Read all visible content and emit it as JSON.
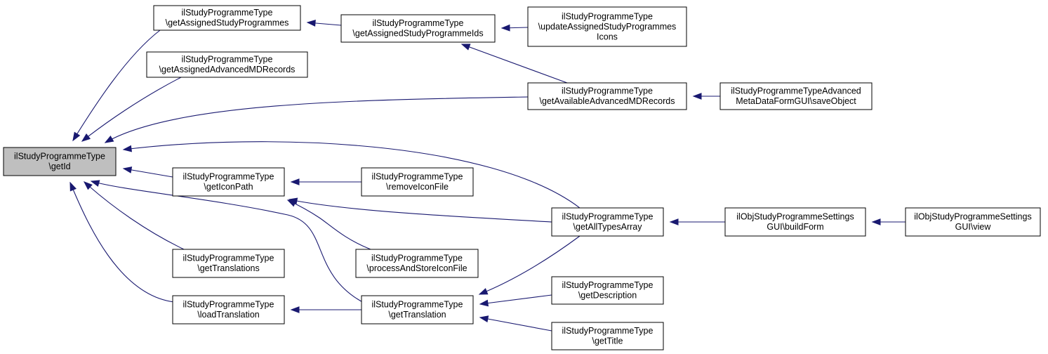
{
  "colors": {
    "edge": "#191970",
    "node_border": "#000000",
    "node_fill": "#ffffff",
    "root_fill": "#bfbfbf"
  },
  "nodes": [
    {
      "id": "getId",
      "lines": [
        "ilStudyProgrammeType",
        "\\getId"
      ],
      "root": true
    },
    {
      "id": "getAssignedStudyProgrammes",
      "lines": [
        "ilStudyProgrammeType",
        "\\getAssignedStudyProgrammes"
      ]
    },
    {
      "id": "getAssignedAdvancedMDRecords",
      "lines": [
        "ilStudyProgrammeType",
        "\\getAssignedAdvancedMDRecords"
      ]
    },
    {
      "id": "getIconPath",
      "lines": [
        "ilStudyProgrammeType",
        "\\getIconPath"
      ]
    },
    {
      "id": "getTranslations",
      "lines": [
        "ilStudyProgrammeType",
        "\\getTranslations"
      ]
    },
    {
      "id": "loadTranslation",
      "lines": [
        "ilStudyProgrammeType",
        "\\loadTranslation"
      ]
    },
    {
      "id": "getAssignedStudyProgrammeIds",
      "lines": [
        "ilStudyProgrammeType",
        "\\getAssignedStudyProgrammeIds"
      ]
    },
    {
      "id": "removeIconFile",
      "lines": [
        "ilStudyProgrammeType",
        "\\removeIconFile"
      ]
    },
    {
      "id": "processAndStoreIconFile",
      "lines": [
        "ilStudyProgrammeType",
        "\\processAndStoreIconFile"
      ]
    },
    {
      "id": "getTranslation",
      "lines": [
        "ilStudyProgrammeType",
        "\\getTranslation"
      ]
    },
    {
      "id": "updateAssignedStudyProgrammesIcons",
      "lines": [
        "ilStudyProgrammeType",
        "\\updateAssignedStudyProgrammes",
        "Icons"
      ]
    },
    {
      "id": "getAvailableAdvancedMDRecords",
      "lines": [
        "ilStudyProgrammeType",
        "\\getAvailableAdvancedMDRecords"
      ]
    },
    {
      "id": "getAllTypesArray",
      "lines": [
        "ilStudyProgrammeType",
        "\\getAllTypesArray"
      ]
    },
    {
      "id": "getDescription",
      "lines": [
        "ilStudyProgrammeType",
        "\\getDescription"
      ]
    },
    {
      "id": "getTitle",
      "lines": [
        "ilStudyProgrammeType",
        "\\getTitle"
      ]
    },
    {
      "id": "saveObject",
      "lines": [
        "ilStudyProgrammeTypeAdvanced",
        "MetaDataFormGUI\\saveObject"
      ]
    },
    {
      "id": "buildForm",
      "lines": [
        "ilObjStudyProgrammeSettings",
        "GUI\\buildForm"
      ]
    },
    {
      "id": "view",
      "lines": [
        "ilObjStudyProgrammeSettings",
        "GUI\\view"
      ]
    }
  ],
  "edges": [
    {
      "from": "getAssignedStudyProgrammes",
      "to": "getId"
    },
    {
      "from": "getAssignedAdvancedMDRecords",
      "to": "getId"
    },
    {
      "from": "getAvailableAdvancedMDRecords",
      "to": "getId"
    },
    {
      "from": "getAllTypesArray",
      "to": "getId"
    },
    {
      "from": "getIconPath",
      "to": "getId"
    },
    {
      "from": "getTranslation",
      "to": "getId"
    },
    {
      "from": "getTranslations",
      "to": "getId"
    },
    {
      "from": "loadTranslation",
      "to": "getId"
    },
    {
      "from": "getAssignedStudyProgrammeIds",
      "to": "getAssignedStudyProgrammes"
    },
    {
      "from": "updateAssignedStudyProgrammesIcons",
      "to": "getAssignedStudyProgrammeIds"
    },
    {
      "from": "getAvailableAdvancedMDRecords",
      "to": "getAssignedStudyProgrammeIds"
    },
    {
      "from": "saveObject",
      "to": "getAvailableAdvancedMDRecords"
    },
    {
      "from": "removeIconFile",
      "to": "getIconPath"
    },
    {
      "from": "getAllTypesArray",
      "to": "getIconPath"
    },
    {
      "from": "processAndStoreIconFile",
      "to": "getIconPath"
    },
    {
      "from": "getTranslation",
      "to": "loadTranslation"
    },
    {
      "from": "getAllTypesArray",
      "to": "getTranslation"
    },
    {
      "from": "getDescription",
      "to": "getTranslation"
    },
    {
      "from": "getTitle",
      "to": "getTranslation"
    },
    {
      "from": "buildForm",
      "to": "getAllTypesArray"
    },
    {
      "from": "view",
      "to": "buildForm"
    }
  ]
}
